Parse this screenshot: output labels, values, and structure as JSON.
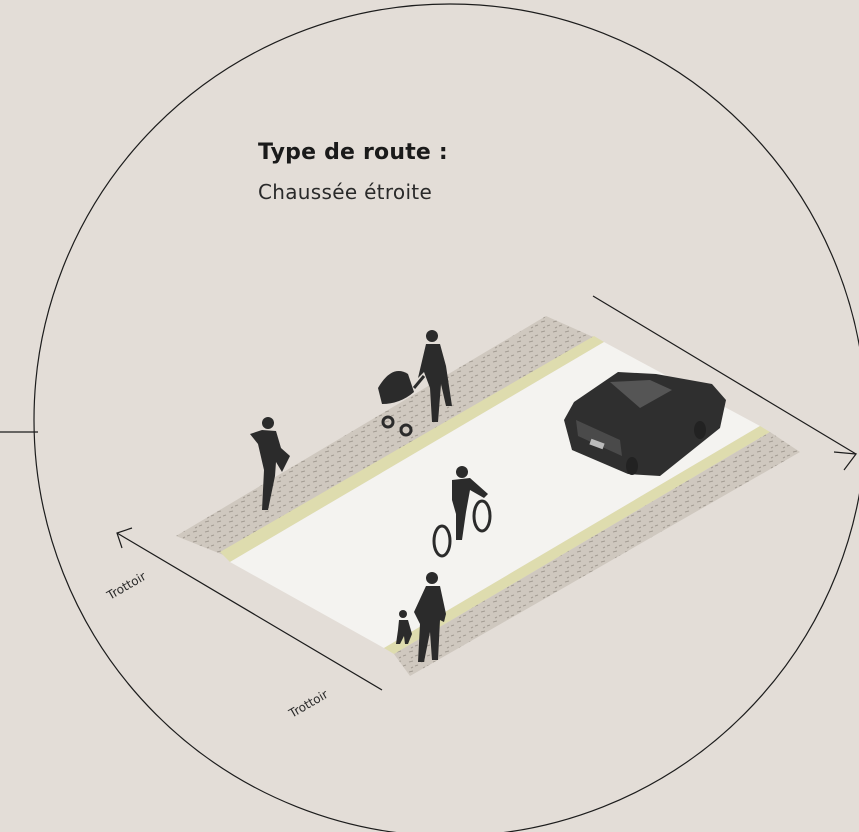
{
  "road": {
    "title": "Type de route :",
    "subtitle": "Chaussée étroite",
    "label_sidewalk_left": "Trottoir",
    "label_sidewalk_front": "Trottoir"
  },
  "colors": {
    "background": "#e3ddd7",
    "roadway": "#f4f3f0",
    "sidewalk": "#cfc8bf",
    "bike_strip": "#dedcae",
    "figures": "#2b2b2b"
  },
  "icons": [
    "pedestrian-icon",
    "stroller-icon",
    "cyclist-icon",
    "car-icon",
    "parent-child-icon"
  ]
}
